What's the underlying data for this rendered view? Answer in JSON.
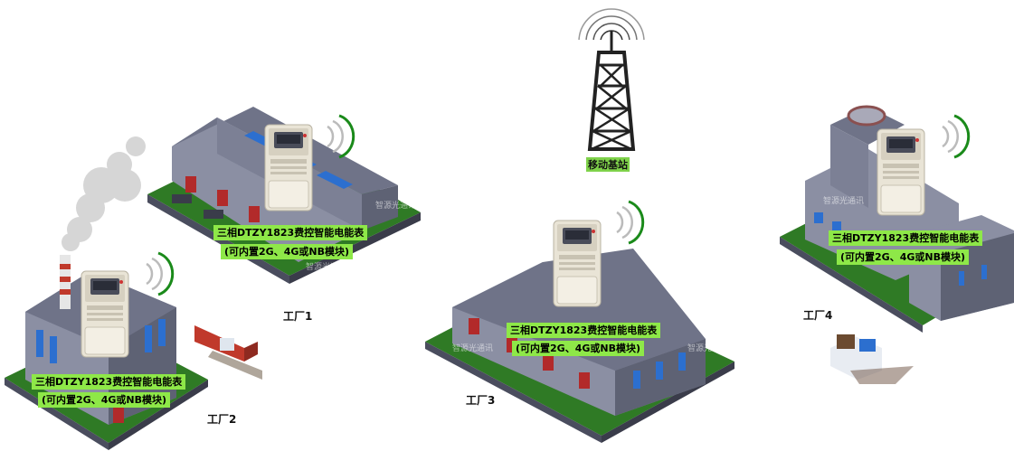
{
  "station": {
    "label": "移动基站"
  },
  "meter_label_line1": "三相DTZY1823费控智能电能表",
  "meter_label_line2": "(可内置2G、4G或NB模块)",
  "factories": [
    {
      "name": "工厂1"
    },
    {
      "name": "工厂2"
    },
    {
      "name": "工厂3"
    },
    {
      "name": "工厂4"
    }
  ],
  "watermark": "智源光通讯",
  "colors": {
    "signal": "#1a8a1a",
    "label_bg": "#8ee848",
    "roof": "#6f7388",
    "grass": "#3a8c2a"
  }
}
